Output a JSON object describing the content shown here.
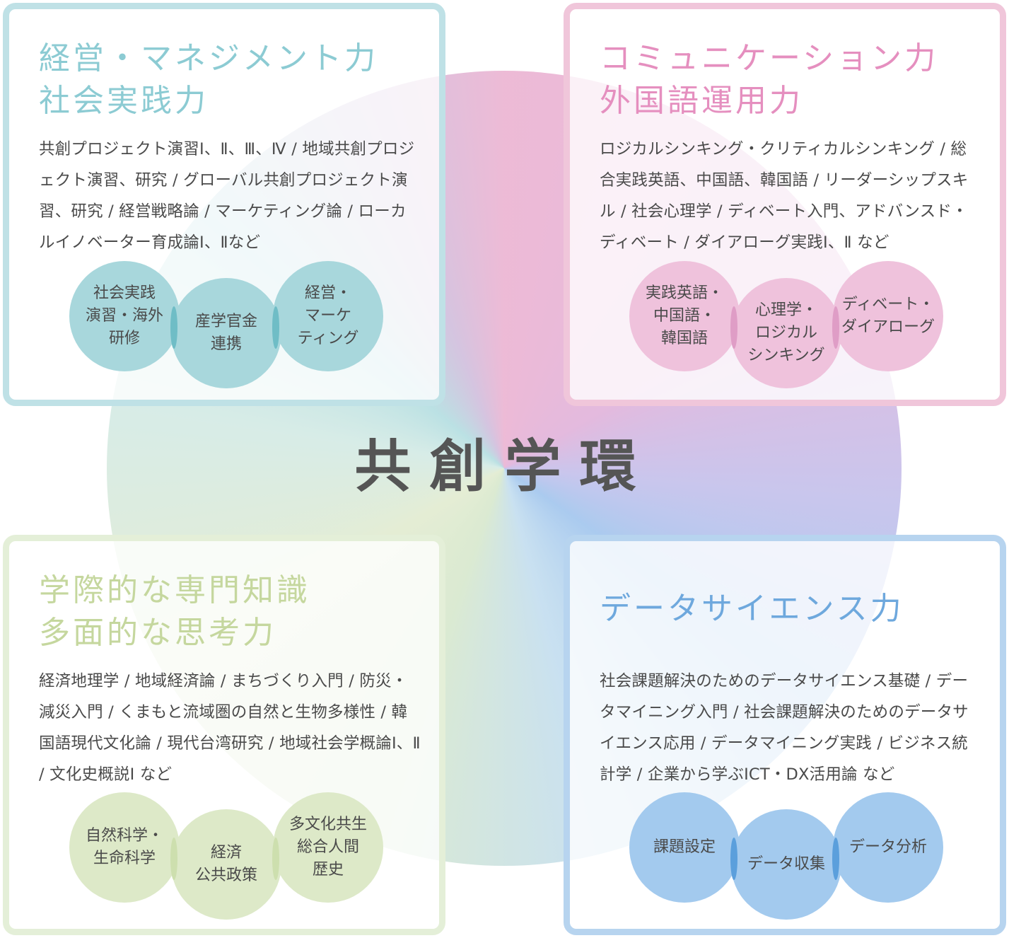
{
  "center_title": "共創学環",
  "colors": {
    "teal": "#8ccbd3",
    "pink": "#e58fbf",
    "green": "#c5d79e",
    "blue": "#6ea8dd"
  },
  "panels": {
    "tl": {
      "heading": [
        "経営・マネジメント力",
        "社会実践力"
      ],
      "body": "共創プロジェクト演習Ⅰ、Ⅱ、Ⅲ、Ⅳ / 地域共創プロジェクト演習、研究 / グローバル共創プロジェクト演習、研究 / 経営戦略論 / マーケティング論 / ローカルイノベーター育成論Ⅰ、Ⅱなど",
      "bubbles": [
        "社会実践\n演習・海外\n研修",
        "産学官金\n連携",
        "経営・\nマーケ\nティング"
      ]
    },
    "tr": {
      "heading": [
        "コミュニケーション力",
        "外国語運用力"
      ],
      "body": "ロジカルシンキング・クリティカルシンキング / 総合実践英語、中国語、韓国語 / リーダーシップスキル / 社会心理学 / ディベート入門、アドバンスド・ディベート / ダイアローグ実践Ⅰ、Ⅱ など",
      "bubbles": [
        "実践英語・\n中国語・\n韓国語",
        "心理学・\nロジカル\nシンキング",
        "ディベート・\nダイアローグ"
      ]
    },
    "bl": {
      "heading": [
        "学際的な専門知識",
        "多面的な思考力"
      ],
      "body": "経済地理学 / 地域経済論 / まちづくり入門 / 防災・減災入門 / くまもと流域圏の自然と生物多様性 / 韓国語現代文化論 / 現代台湾研究 / 地域社会学概論Ⅰ、Ⅱ / 文化史概説Ⅰ など",
      "bubbles": [
        "自然科学・\n生命科学",
        "経済\n公共政策",
        "多文化共生\n総合人間\n歴史"
      ]
    },
    "br": {
      "heading": [
        "データサイエンス力"
      ],
      "body": "社会課題解決のためのデータサイエンス基礎 / データマイニング入門 / 社会課題解決のためのデータサイエンス応用 / データマイニング実践 / ビジネス統計学 / 企業から学ぶICT・DX活用論 など",
      "bubbles": [
        "課題設定",
        "データ収集",
        "データ分析"
      ]
    }
  }
}
